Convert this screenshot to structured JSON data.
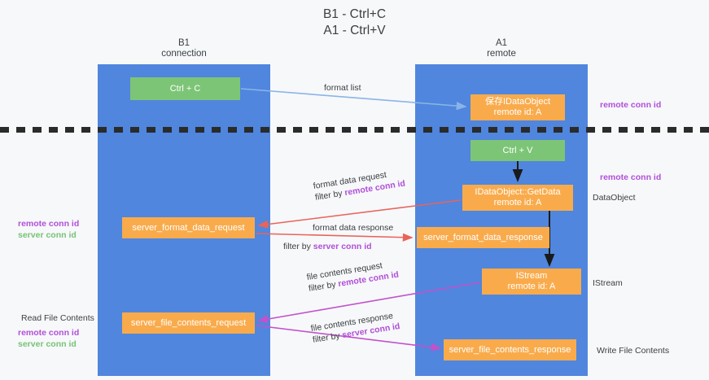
{
  "title": {
    "line1": "B1 - Ctrl+C",
    "line2": "A1 - Ctrl+V"
  },
  "lanes": [
    {
      "id": "b1",
      "name": "B1",
      "role": "connection",
      "color": "#5086dd"
    },
    {
      "id": "a1",
      "name": "A1",
      "role": "remote",
      "color": "#5086dd"
    }
  ],
  "nodes": {
    "ctrl_c": {
      "line1": "Ctrl + C",
      "line2": "",
      "color": "#7cc576"
    },
    "data_object": {
      "line1": "保存IDataObject",
      "line2": "remote id: A",
      "color": "#f9ab4c"
    },
    "ctrl_v": {
      "line1": "Ctrl + V",
      "line2": "",
      "color": "#7cc576"
    },
    "get_data": {
      "line1": "IDataObject::GetData",
      "line2": "remote id: A",
      "color": "#f9ab4c"
    },
    "format_request": {
      "line1": "server_format_data_request",
      "line2": "",
      "color": "#f9ab4c"
    },
    "format_response": {
      "line1": "server_format_data_response",
      "line2": "",
      "color": "#f9ab4c"
    },
    "istream": {
      "line1": "IStream",
      "line2": "remote id: A",
      "color": "#f9ab4c"
    },
    "file_request": {
      "line1": "server_file_contents_request",
      "line2": "",
      "color": "#f9ab4c"
    },
    "file_response": {
      "line1": "server_file_contents_response",
      "line2": "",
      "color": "#f9ab4c"
    }
  },
  "edge_labels": {
    "format_list": {
      "line1": "format list",
      "line2": "",
      "filter": "",
      "color": "#8ab4e8"
    },
    "format_request": {
      "line1": "format data request",
      "line2": "filter by ",
      "filter": "remote conn id",
      "color": "#e8645a"
    },
    "format_response": {
      "line1": "format data response",
      "line2": "filter by ",
      "filter": "server conn id",
      "color": "#e8645a"
    },
    "file_request": {
      "line1": "file contents request",
      "line2": "filter by ",
      "filter": "remote conn id",
      "color": "#c152cc"
    },
    "file_response": {
      "line1": "file contents response",
      "line2": "filter by ",
      "filter": "server conn id",
      "color": "#c152cc"
    }
  },
  "annotations": {
    "right_1": {
      "remote": "remote conn id"
    },
    "right_2": {
      "remote": "remote conn id"
    },
    "right_3": {
      "plain": "DataObject"
    },
    "right_4": {
      "plain": "IStream"
    },
    "right_5": {
      "plain": "Write File Contents"
    },
    "left_1": {
      "remote": "remote conn id",
      "server": "server conn id"
    },
    "left_2": {
      "plain": "Read File Contents"
    },
    "left_3": {
      "remote": "remote conn id",
      "server": "server conn id"
    }
  },
  "colors": {
    "lane": "#5086dd",
    "green_node": "#7cc576",
    "orange_node": "#f9ab4c",
    "remote_text": "#b14fd8",
    "server_text": "#77c276",
    "red_arrow": "#e8645a",
    "purple_arrow": "#c152cc",
    "blue_arrow": "#8ab4e8",
    "divider": "#2b2b2b",
    "background": "#f7f8fa"
  }
}
